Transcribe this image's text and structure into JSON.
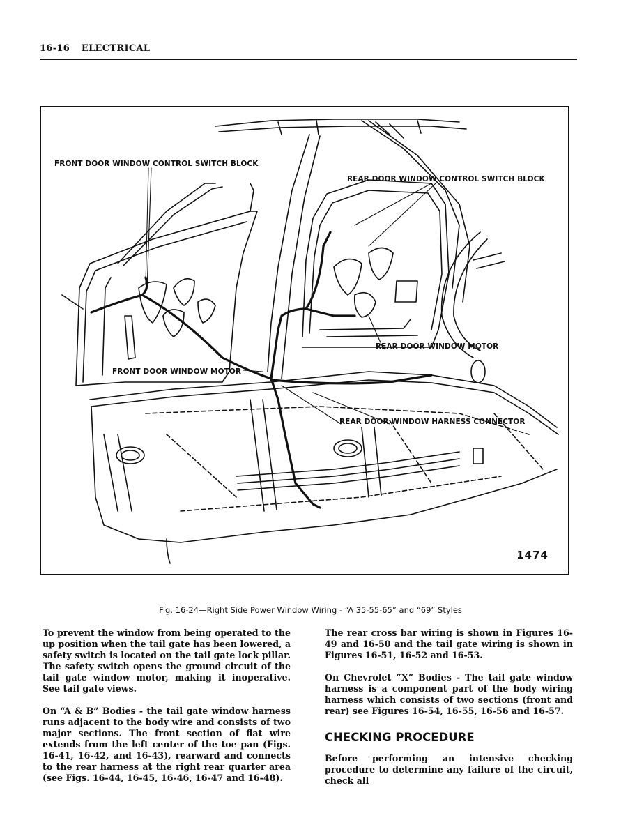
{
  "header": {
    "page_number": "16-16",
    "section": "ELECTRICAL"
  },
  "figure": {
    "callouts": {
      "front_switch": "FRONT DOOR WINDOW CONTROL SWITCH BLOCK",
      "rear_switch": "REAR DOOR WINDOW CONTROL SWITCH BLOCK",
      "rear_motor": "REAR DOOR WINDOW MOTOR",
      "front_motor": "FRONT DOOR WINDOW MOTOR",
      "harness_connector": "REAR DOOR WINDOW HARNESS CONNECTOR"
    },
    "number": "1474",
    "caption": "Fig. 16-24—Right Side Power Window Wiring - “A 35-55-65” and “69” Styles"
  },
  "left_column": {
    "p1": "To prevent the window from being operated to the up position when the tail gate has been lowered, a safety switch is located on the tail gate lock pillar. The safety switch opens the ground circuit of the tail gate window motor, making it inoperative. See tail gate views.",
    "p2": "On “A & B” Bodies - the tail gate window harness runs adjacent to the body wire and consists of two major sections. The front section of flat wire extends from the left center of the toe pan (Figs. 16-41, 16-42, and 16-43), rearward and connects to the rear harness at the right rear quarter area (see Figs. 16-44, 16-45, 16-46, 16-47 and 16-48)."
  },
  "right_column": {
    "p1": "The rear cross bar wiring is shown in Figures 16-49 and 16-50 and the tail gate wiring is shown in Figures 16-51, 16-52 and 16-53.",
    "p2": "On Chevrolet “X” Bodies - The tail gate window harness is a component part of the body wiring harness which consists of two sections (front and rear) see Figures 16-54, 16-55, 16-56 and 16-57.",
    "heading": "CHECKING PROCEDURE",
    "p3": "Before performing an intensive checking procedure to determine any failure of the circuit, check all"
  }
}
